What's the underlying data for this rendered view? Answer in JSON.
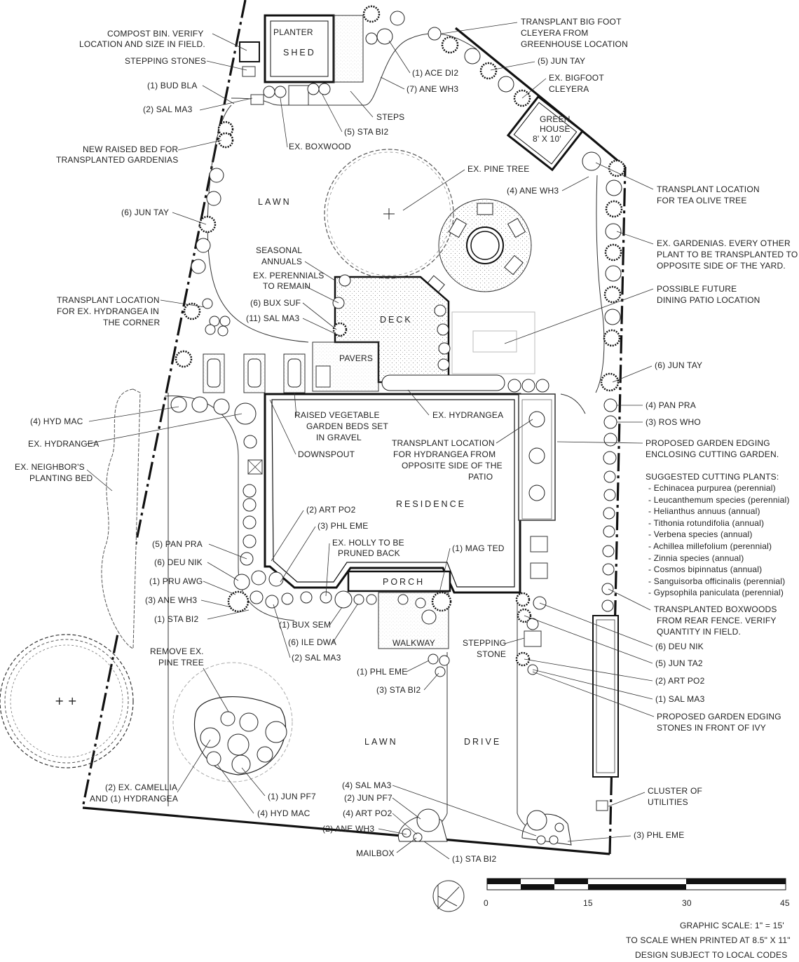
{
  "labels": {
    "compost": "COMPOST BIN. VERIFY",
    "compost2": "LOCATION AND SIZE IN FIELD.",
    "stepping_stones": "STEPPING STONES",
    "bud_bla": "(1) BUD BLA",
    "sal_ma3_a": "(2) SAL MA3",
    "raised_bed": "NEW RAISED BED FOR",
    "raised_bed2": "TRANSPLANTED GARDENIAS",
    "jun_tay_a": "(6) JUN TAY",
    "transplant_hyd": "TRANSPLANT LOCATION",
    "transplant_hyd2": "FOR EX. HYDRANGEA IN",
    "transplant_hyd3": "THE CORNER",
    "planter": "PLANTER",
    "shed": "SHED",
    "ace_di2": "(1) ACE DI2",
    "ane_wh3_a": "(7) ANE WH3",
    "steps": "STEPS",
    "sta_bi2_a": "(5) STA BI2",
    "ex_boxwood": "EX. BOXWOOD",
    "bigfoot": "TRANSPLANT BIG FOOT",
    "bigfoot2": "CLEYERA FROM",
    "bigfoot3": "GREENHOUSE LOCATION",
    "jun_tay_b": "(5) JUN TAY",
    "ex_bigfoot": "EX. BIGFOOT",
    "ex_bigfoot2": "CLEYERA",
    "greenhouse": "GREEN",
    "greenhouse2": "HOUSE",
    "greenhouse3": "8' X 10'",
    "ex_pine": "EX. PINE TREE",
    "ane_wh3_b": "(4) ANE WH3",
    "tea_olive": "TRANSPLANT LOCATION",
    "tea_olive2": "FOR TEA OLIVE TREE",
    "ex_gardenias": "EX. GARDENIAS. EVERY OTHER",
    "ex_gardenias2": "PLANT TO BE TRANSPLANTED TO",
    "ex_gardenias3": "OPPOSITE SIDE OF THE YARD.",
    "lawn_top": "LAWN",
    "seasonal": "SEASONAL",
    "seasonal2": "ANNUALS",
    "ex_perennials": "EX. PERENNIALS",
    "ex_perennials2": "TO REMAIN",
    "bux_suf": "(6) BUX SUF",
    "sal_ma3_b": "(11) SAL MA3",
    "deck": "DECK",
    "pavers": "PAVERS",
    "future_patio": "POSSIBLE FUTURE",
    "future_patio2": "DINING PATIO LOCATION",
    "jun_tay_c": "(6) JUN TAY",
    "hyd_mac_a": "(4) HYD MAC",
    "ex_hydrangea_a": "EX. HYDRANGEA",
    "neighbor": "EX. NEIGHBOR'S",
    "neighbor2": "PLANTING BED",
    "veg_beds": "RAISED VEGETABLE",
    "veg_beds2": "GARDEN BEDS SET",
    "veg_beds3": "IN GRAVEL",
    "downspout": "DOWNSPOUT",
    "ex_hydrangea_b": "EX. HYDRANGEA",
    "transplant_opp": "TRANSPLANT LOCATION",
    "transplant_opp2": "FOR HYDRANGEA FROM",
    "transplant_opp3": "OPPOSITE SIDE OF THE",
    "transplant_opp4": "PATIO",
    "pan_pra_a": "(4) PAN PRA",
    "ros_who": "(3) ROS WHO",
    "edging": "PROPOSED GARDEN EDGING",
    "edging2": "ENCLOSING CUTTING GARDEN.",
    "residence": "RESIDENCE",
    "art_po2_a": "(2) ART PO2",
    "phl_eme_a": "(3) PHL EME",
    "ex_holly": "EX. HOLLY TO BE",
    "ex_holly2": "PRUNED BACK",
    "mag_ted": "(1) MAG TED",
    "porch": "PORCH",
    "pan_pra_b": "(5) PAN PRA",
    "deu_nik_a": "(6) DEU NIK",
    "pru_awg": "(1) PRU AWG",
    "ane_wh3_c": "(3) ANE WH3",
    "sta_bi2_b": "(1) STA BI2",
    "bux_sem": "(1) BUX SEM",
    "ile_dwa": "(6) ILE DWA",
    "sal_ma3_c": "(2) SAL MA3",
    "walkway": "WALKWAY",
    "stepping_stone": "STEPPING",
    "stepping_stone2": "STONE",
    "phl_eme_b": "(1) PHL EME",
    "sta_bi2_c": "(3) STA BI2",
    "remove_pine": "REMOVE EX.",
    "remove_pine2": "PINE TREE",
    "transplanted_box": "TRANSPLANTED BOXWOODS",
    "transplanted_box2": "FROM REAR FENCE. VERIFY",
    "transplanted_box3": "QUANTITY IN FIELD.",
    "deu_nik_b": "(6) DEU NIK",
    "jun_ta2": "(5) JUN TA2",
    "art_po2_b": "(2) ART PO2",
    "sal_ma3_d": "(1) SAL MA3",
    "edging_stones": "PROPOSED GARDEN EDGING",
    "edging_stones2": "STONES IN FRONT OF IVY",
    "lawn_bottom": "LAWN",
    "drive": "DRIVE",
    "camellia": "(2) EX. CAMELLIA",
    "camellia2": "AND (1) HYDRANGEA",
    "jun_pf7_a": "(1) JUN PF7",
    "hyd_mac_b": "(4) HYD MAC",
    "sal_ma3_e": "(4) SAL MA3",
    "jun_pf7_b": "(2) JUN PF7",
    "art_po2_c": "(4) ART PO2",
    "ane_wh3_d": "(2) ANE WH3",
    "mailbox": "MAILBOX",
    "sta_bi2_d": "(1) STA BI2",
    "phl_eme_c": "(3) PHL EME",
    "utilities": "CLUSTER OF",
    "utilities2": "UTILITIES"
  },
  "cutting_plants": {
    "heading": "SUGGESTED CUTTING PLANTS:",
    "items": [
      "- Echinacea purpurea (perennial)",
      "- Leucanthemum species (perennial)",
      "- Helianthus annuus (annual)",
      "- Tithonia rotundifolia (annual)",
      "- Verbena species (annual)",
      "- Achillea millefolium (perennial)",
      "- Zinnia species (annual)",
      "- Cosmos bipinnatus (annual)",
      "- Sanguisorba officinalis (perennial)",
      "- Gypsophila paniculata (perennial)"
    ]
  },
  "scale": {
    "ticks": [
      "0",
      "15",
      "30",
      "45"
    ],
    "line1": "GRAPHIC SCALE: 1\" = 15'",
    "line2": "TO SCALE WHEN PRINTED AT 8.5\" X 11\"",
    "line3": "DESIGN SUBJECT TO LOCAL CODES"
  }
}
